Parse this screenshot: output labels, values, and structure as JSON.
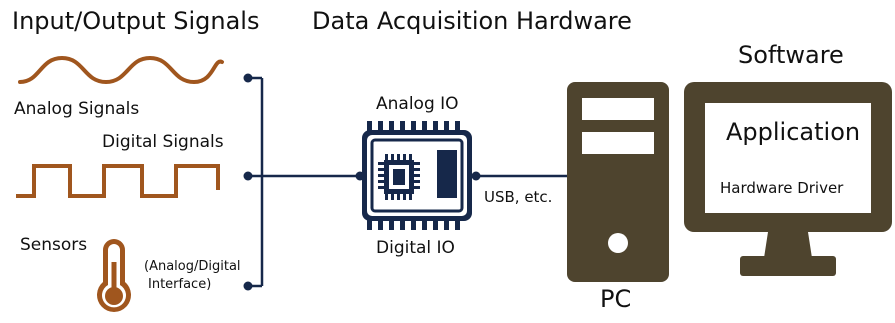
{
  "headings": {
    "io": "Input/Output Signals",
    "daq": "Data Acquisition Hardware",
    "software": "Software"
  },
  "signals": {
    "analog": "Analog Signals",
    "digital": "Digital Signals",
    "sensors": "Sensors",
    "interface_line1": "(Analog/Digital",
    "interface_line2": "Interface)"
  },
  "daq": {
    "analog_io": "Analog IO",
    "digital_io": "Digital IO",
    "link": "USB, etc."
  },
  "pc": {
    "label": "PC"
  },
  "monitor": {
    "app": "Application",
    "driver": "Hardware Driver"
  },
  "colors": {
    "signal": "#a0561e",
    "wire": "#16284a",
    "chip": "#16284a",
    "hardware": "#4e442e"
  }
}
